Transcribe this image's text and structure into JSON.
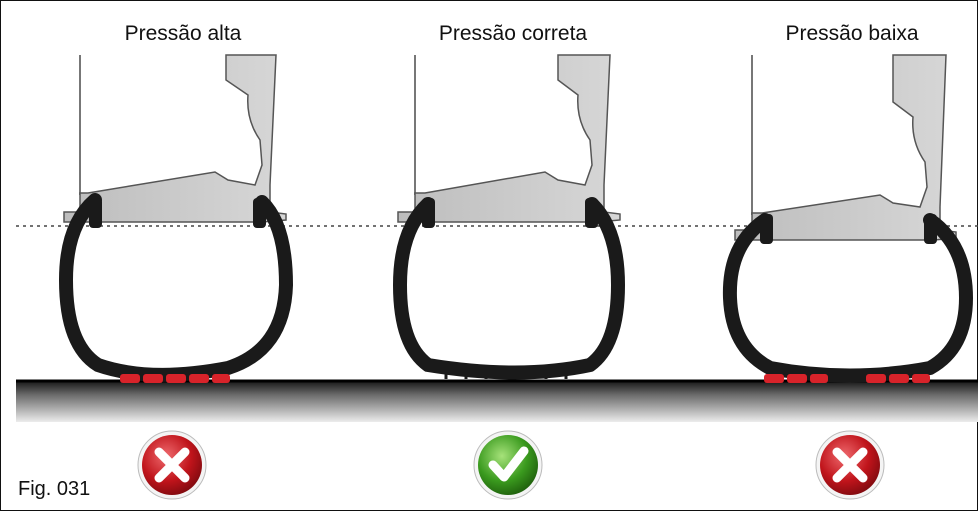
{
  "panels": [
    {
      "title": "Pressão alta",
      "status": "incorrect",
      "status_icon": "red-x-icon"
    },
    {
      "title": "Pressão correta",
      "status": "correct",
      "status_icon": "green-check-icon"
    },
    {
      "title": "Pressão baixa",
      "status": "incorrect",
      "status_icon": "red-x-icon"
    }
  ],
  "figure_label": "Fig. 031",
  "colors": {
    "tire": "#1a1a1a",
    "contact_highlight": "#d8232a",
    "rim": "#c9c9c9",
    "incorrect": "#c0141b",
    "correct": "#3a9a1e"
  }
}
